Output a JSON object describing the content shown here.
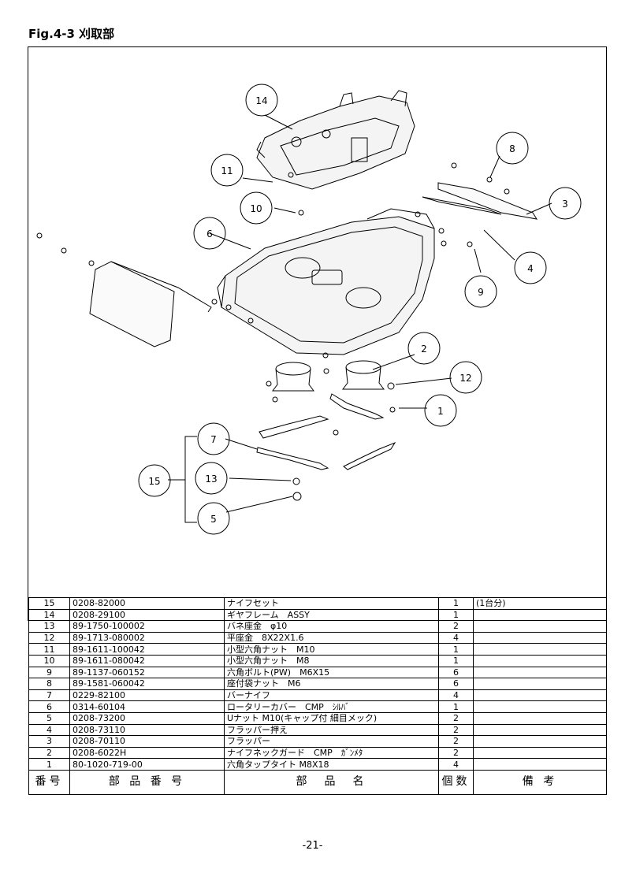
{
  "figure_title": "Fig.4-3 刈取部",
  "page_number": "-21-",
  "callouts": [
    "1",
    "2",
    "3",
    "4",
    "5",
    "6",
    "7",
    "8",
    "9",
    "10",
    "11",
    "12",
    "13",
    "14",
    "15"
  ],
  "table": {
    "header": [
      "番号",
      "部 品 番 号",
      "部　品　名",
      "個数",
      "備 考"
    ],
    "rows": [
      [
        "15",
        "0208-82000",
        "ナイフセット",
        "1",
        "(1台分)"
      ],
      [
        "14",
        "0208-29100",
        "ギヤフレーム　ASSY",
        "1",
        ""
      ],
      [
        "13",
        "89-1750-100002",
        "バネ座金　φ10",
        "2",
        ""
      ],
      [
        "12",
        "89-1713-080002",
        "平座金　8X22X1.6",
        "4",
        ""
      ],
      [
        "11",
        "89-1611-100042",
        "小型六角ナット　M10",
        "1",
        ""
      ],
      [
        "10",
        "89-1611-080042",
        "小型六角ナット　M8",
        "1",
        ""
      ],
      [
        "9",
        "89-1137-060152",
        "六角ボルト(PW)　M6X15",
        "6",
        ""
      ],
      [
        "8",
        "89-1581-060042",
        "座付袋ナット　M6",
        "6",
        ""
      ],
      [
        "7",
        "0229-82100",
        "バーナイフ",
        "4",
        ""
      ],
      [
        "6",
        "0314-60104",
        "ロータリーカバー　CMP　ｼﾙﾊﾞ",
        "1",
        ""
      ],
      [
        "5",
        "0208-73200",
        "Uナット M10(キャップ付 細目メック)",
        "2",
        ""
      ],
      [
        "4",
        "0208-73110",
        "フラッパー押え",
        "2",
        ""
      ],
      [
        "3",
        "0208-70110",
        "フラッパー",
        "2",
        ""
      ],
      [
        "2",
        "0208-6022H",
        "ナイフネックガード　CMP　ｶﾞﾝﾒﾀ",
        "2",
        ""
      ],
      [
        "1",
        "80-1020-719-00",
        "六角タップタイト M8X18",
        "4",
        ""
      ]
    ]
  }
}
